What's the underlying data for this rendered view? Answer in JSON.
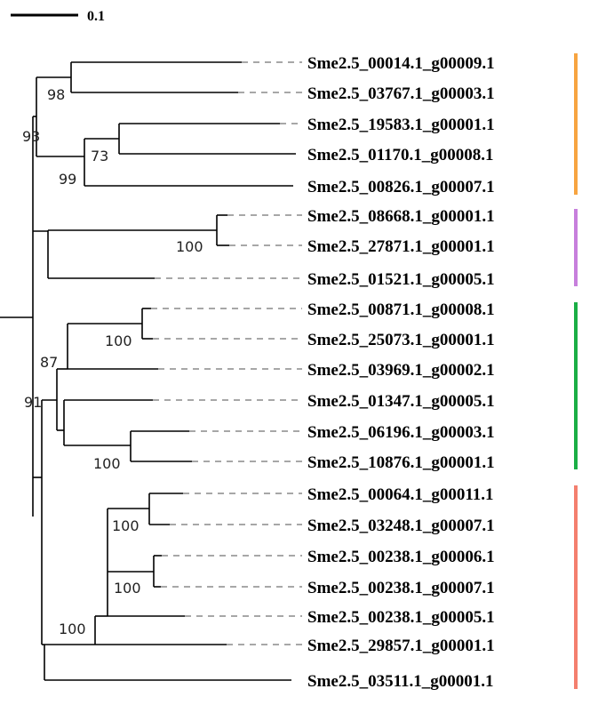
{
  "scale_bar": {
    "label": "0.1"
  },
  "tips": [
    "Sme2.5_00014.1_g00009.1",
    "Sme2.5_03767.1_g00003.1",
    "Sme2.5_19583.1_g00001.1",
    "Sme2.5_01170.1_g00008.1",
    "Sme2.5_00826.1_g00007.1",
    "Sme2.5_08668.1_g00001.1",
    "Sme2.5_27871.1_g00001.1",
    "Sme2.5_01521.1_g00005.1",
    "Sme2.5_00871.1_g00008.1",
    "Sme2.5_25073.1_g00001.1",
    "Sme2.5_03969.1_g00002.1",
    "Sme2.5_01347.1_g00005.1",
    "Sme2.5_06196.1_g00003.1",
    "Sme2.5_10876.1_g00001.1",
    "Sme2.5_00064.1_g00011.1",
    "Sme2.5_03248.1_g00007.1",
    "Sme2.5_00238.1_g00006.1",
    "Sme2.5_00238.1_g00007.1",
    "Sme2.5_00238.1_g00005.1",
    "Sme2.5_29857.1_g00001.1",
    "Sme2.5_03511.1_g00001.1"
  ],
  "support_values": [
    "98",
    "93",
    "73",
    "99",
    "100",
    "100",
    "87",
    "91",
    "100",
    "100",
    "100",
    "100"
  ],
  "clades": [
    {
      "color": "#f7a440"
    },
    {
      "color": "#c77fdc"
    },
    {
      "color": "#1aae45"
    },
    {
      "color": "#f47f6e"
    }
  ]
}
